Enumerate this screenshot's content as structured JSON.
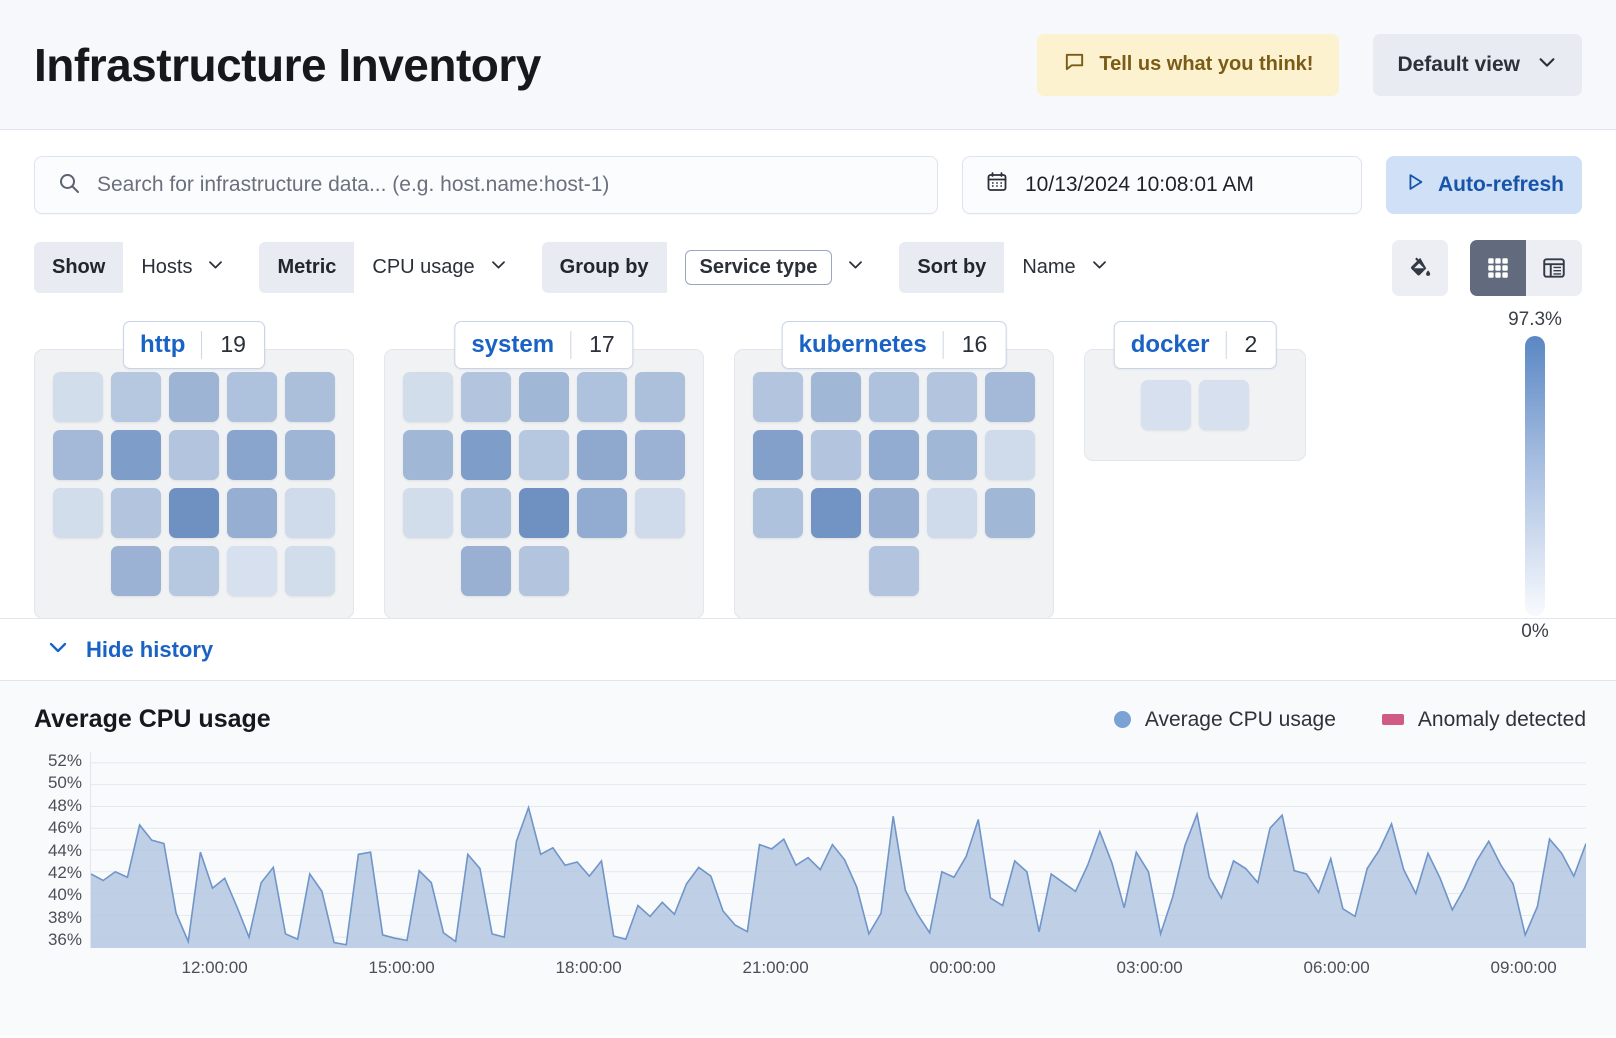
{
  "header": {
    "title": "Infrastructure Inventory",
    "feedback_label": "Tell us what you think!",
    "feedback_icon": "speech-bubble-icon",
    "view_label": "Default view",
    "view_chevron": "chevron-down-icon",
    "feedback_bg": "#fdf2cf",
    "feedback_fg": "#7a5c17"
  },
  "search": {
    "placeholder": "Search for infrastructure data... (e.g. host.name:host-1)",
    "value": "",
    "icon": "search-icon"
  },
  "datepicker": {
    "value": "10/13/2024 10:08:01 AM",
    "icon": "calendar-icon"
  },
  "refresh": {
    "label": "Auto-refresh",
    "icon": "play-icon",
    "bg": "#cfe0f7",
    "fg": "#1854a8"
  },
  "filters": [
    {
      "label": "Show",
      "value": "Hosts",
      "boxed": false
    },
    {
      "label": "Metric",
      "value": "CPU usage",
      "boxed": false
    },
    {
      "label": "Group by",
      "value": "Service type",
      "boxed": true
    },
    {
      "label": "Sort by",
      "value": "Name",
      "boxed": false
    }
  ],
  "view_toggles": {
    "palette_icon": "paint-bucket-icon",
    "grid_icon": "grid-view-icon",
    "table_icon": "table-view-icon",
    "active": "grid"
  },
  "legend_scale": {
    "max": "97.3%",
    "min": "0%",
    "color_high": "#5b87c4",
    "color_low": "#f7f9fc"
  },
  "history_toggle": {
    "label": "Hide history",
    "icon": "chevron-down-icon"
  },
  "waffle": {
    "groups": [
      {
        "name": "http",
        "count": "19",
        "rows": [
          {
            "offset": 0,
            "values": [
              0.22,
              0.38,
              0.55,
              0.42,
              0.45
            ]
          },
          {
            "offset": 0,
            "values": [
              0.5,
              0.72,
              0.4,
              0.66,
              0.54
            ]
          },
          {
            "offset": 0,
            "values": [
              0.22,
              0.4,
              0.8,
              0.6,
              0.24
            ]
          },
          {
            "offset": 1,
            "values": [
              0.56,
              0.38,
              0.2,
              0.22
            ]
          }
        ]
      },
      {
        "name": "system",
        "count": "17",
        "rows": [
          {
            "offset": 0,
            "values": [
              0.22,
              0.4,
              0.52,
              0.42,
              0.44
            ]
          },
          {
            "offset": 0,
            "values": [
              0.52,
              0.72,
              0.38,
              0.64,
              0.56
            ]
          },
          {
            "offset": 0,
            "values": [
              0.22,
              0.42,
              0.8,
              0.62,
              0.24
            ]
          },
          {
            "offset": 1,
            "values": [
              0.58,
              0.4
            ]
          }
        ]
      },
      {
        "name": "kubernetes",
        "count": "16",
        "rows": [
          {
            "offset": 0,
            "values": [
              0.4,
              0.52,
              0.42,
              0.4,
              0.5
            ]
          },
          {
            "offset": 0,
            "values": [
              0.7,
              0.4,
              0.62,
              0.52,
              0.24
            ]
          },
          {
            "offset": 0,
            "values": [
              0.42,
              0.78,
              0.58,
              0.24,
              0.52
            ]
          },
          {
            "offset": 2,
            "values": [
              0.4
            ]
          }
        ]
      },
      {
        "name": "docker",
        "count": "2",
        "rows": [
          {
            "offset": 0,
            "values": [
              0.2,
              0.2
            ]
          }
        ]
      }
    ]
  },
  "chart_data": {
    "type": "area",
    "title": "Average CPU usage",
    "xlabel": "",
    "ylabel": "",
    "grid": true,
    "legend_position": "top-right",
    "legend": [
      {
        "name": "Average CPU usage",
        "color": "#7ba2d4",
        "marker": "circle"
      },
      {
        "name": "Anomaly detected",
        "color": "#cf5b84",
        "marker": "square"
      }
    ],
    "ylim": [
      35,
      53
    ],
    "ytick_labels": [
      "52%",
      "50%",
      "48%",
      "46%",
      "44%",
      "42%",
      "40%",
      "38%",
      "36%"
    ],
    "ytick_values": [
      52,
      50,
      48,
      46,
      44,
      42,
      40,
      38,
      36
    ],
    "xtick_labels": [
      "12:00:00",
      "15:00:00",
      "18:00:00",
      "21:00:00",
      "00:00:00",
      "03:00:00",
      "06:00:00",
      "09:00:00"
    ],
    "xtick_positions": [
      0.0833,
      0.2083,
      0.3333,
      0.4583,
      0.5833,
      0.7083,
      0.8333,
      0.9583
    ],
    "line_color": "#6f95c9",
    "fill_color": "#b4c7e2",
    "series": [
      {
        "name": "Average CPU usage",
        "values": [
          41.8,
          41.2,
          42.0,
          41.5,
          46.3,
          44.9,
          44.6,
          38.2,
          35.6,
          43.8,
          40.5,
          41.4,
          38.8,
          36.0,
          41.0,
          42.4,
          36.3,
          35.8,
          41.8,
          40.2,
          35.5,
          35.3,
          43.6,
          43.8,
          36.2,
          35.9,
          35.7,
          42.1,
          41.0,
          36.4,
          35.6,
          43.6,
          42.3,
          36.3,
          36.0,
          44.8,
          47.9,
          43.6,
          44.2,
          42.6,
          42.9,
          41.6,
          43.0,
          36.1,
          35.8,
          38.9,
          37.9,
          39.2,
          38.1,
          40.9,
          42.4,
          41.6,
          38.4,
          37.1,
          36.5,
          44.5,
          44.1,
          45.0,
          42.6,
          43.3,
          42.2,
          44.5,
          43.1,
          40.6,
          36.3,
          38.2,
          47.1,
          40.3,
          38.1,
          36.4,
          42.0,
          41.5,
          43.4,
          46.8,
          39.6,
          38.9,
          43.0,
          42.0,
          36.5,
          41.8,
          41.0,
          40.2,
          42.6,
          45.7,
          42.8,
          38.7,
          43.8,
          42.0,
          36.3,
          39.7,
          44.4,
          47.3,
          41.5,
          39.6,
          43.0,
          42.3,
          41.0,
          46.0,
          47.2,
          42.1,
          41.8,
          40.1,
          43.2,
          38.6,
          37.9,
          42.3,
          44.0,
          46.4,
          42.2,
          40.0,
          43.7,
          41.4,
          38.5,
          40.5,
          43.0,
          44.8,
          42.6,
          40.9,
          36.2,
          38.8,
          45.0,
          43.7,
          41.6,
          44.6
        ]
      }
    ]
  }
}
